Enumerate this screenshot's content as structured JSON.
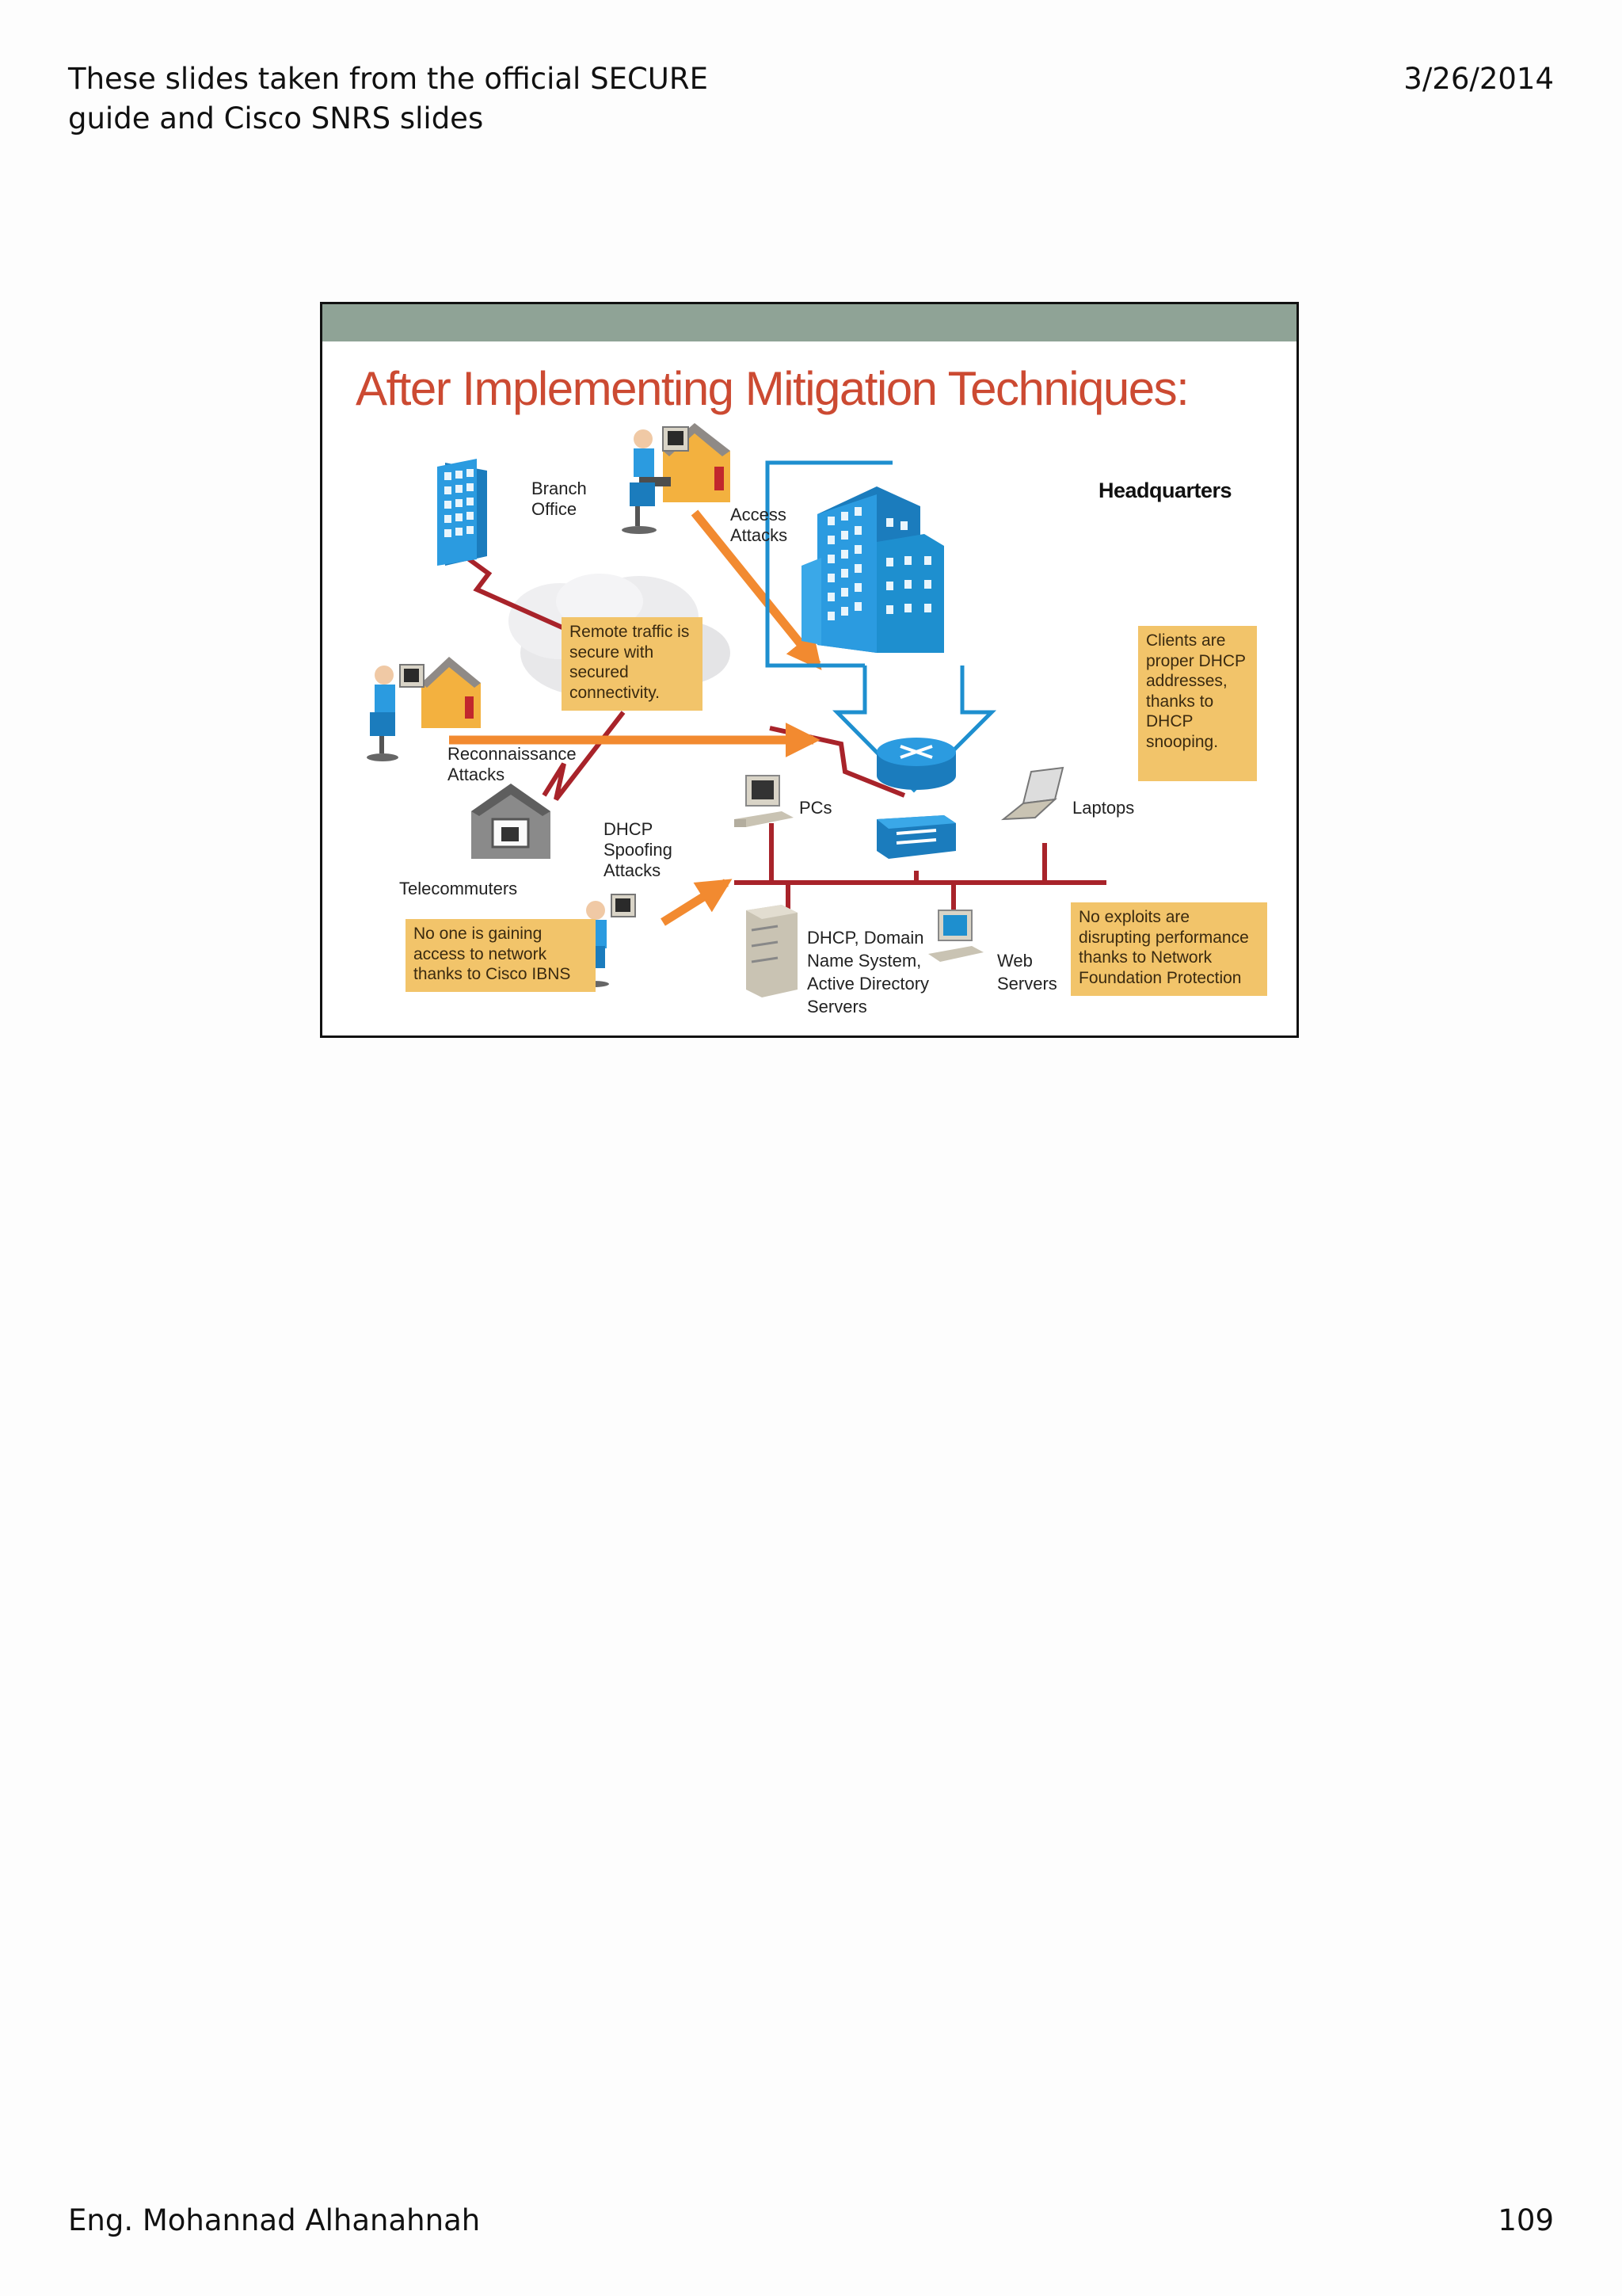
{
  "page": {
    "header_left": "These slides taken from the official SECURE guide and Cisco SNRS slides",
    "header_right": "3/26/2014",
    "footer_left": "Eng. Mohannad Alhanahnah",
    "footer_right": "109"
  },
  "slide": {
    "title": "After Implementing Mitigation Techniques:",
    "labels": {
      "branch_office": "Branch Office",
      "access_attacks": "Access Attacks",
      "headquarters": "Headquarters",
      "reconnaissance_attacks": "Reconnaissance Attacks",
      "telecommuters": "Telecommuters",
      "dhcp_spoofing": "DHCP Spoofing Attacks",
      "pcs": "PCs",
      "laptops": "Laptops",
      "dhcp_servers": "DHCP, Domain Name System, Active Directory Servers",
      "web_servers": "Web Servers"
    },
    "notes": {
      "remote_traffic": "Remote traffic is secure with secured connectivity.",
      "clients_dhcp": "Clients are proper DHCP addresses, thanks to DHCP snooping.",
      "no_one_gaining": "No one is gaining access to network thanks to Cisco IBNS",
      "no_exploits": "No exploits are disrupting performance thanks to Network Foundation Protection"
    },
    "colors": {
      "title": "#cc4a32",
      "band": "#8fa396",
      "note_fill": "#f2c46a",
      "link_red": "#a8232a",
      "attack_arrow": "#f28a30",
      "device_blue": "#1e8fcf"
    }
  }
}
